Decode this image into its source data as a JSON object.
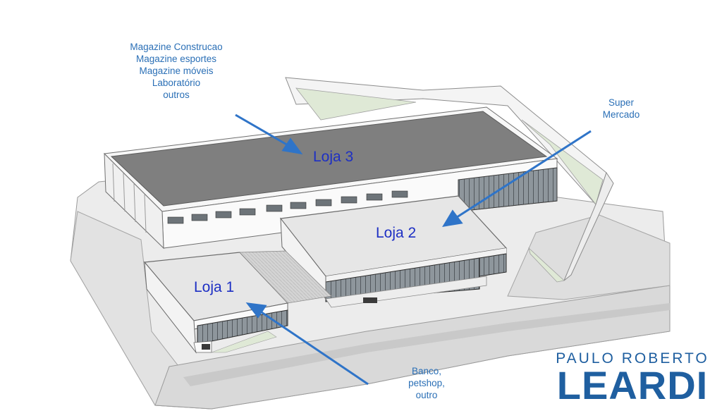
{
  "stores": [
    {
      "name": "Loja 3",
      "tenants": [
        "Magazine Construcao",
        "Magazine esportes",
        "Magazine móveis",
        "Laboratório",
        "outros"
      ]
    },
    {
      "name": "Loja 2",
      "tenants": [
        "Super",
        "Mercado"
      ]
    },
    {
      "name": "Loja 1",
      "tenants": [
        "Banco,",
        "petshop,",
        "outro"
      ]
    }
  ],
  "brand": {
    "line1": "PAULO ROBERTO",
    "line2": "LEARDI"
  },
  "colors": {
    "arrow": "#2f74c8",
    "annotation_text": "#2a6fb6",
    "store_text": "#1d2fc4",
    "roof": "#7f7f7f",
    "roof_light": "#e6e6e6",
    "lawn": "#dfe9d6",
    "brand": "#1f5fa0"
  }
}
